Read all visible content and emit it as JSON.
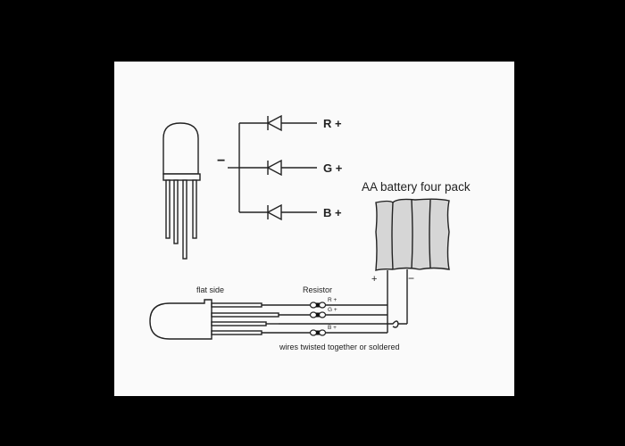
{
  "schematic": {
    "minus_label": "−",
    "channels": [
      "R +",
      "G +",
      "B +"
    ]
  },
  "battery": {
    "title": "AA battery four pack",
    "plus": "+",
    "minus": "−"
  },
  "wiring": {
    "flat_side_label": "flat side",
    "resistor_label": "Resistor",
    "channel_labels": [
      "R +",
      "G +",
      "B +"
    ],
    "note": "wires twisted together or soldered"
  }
}
